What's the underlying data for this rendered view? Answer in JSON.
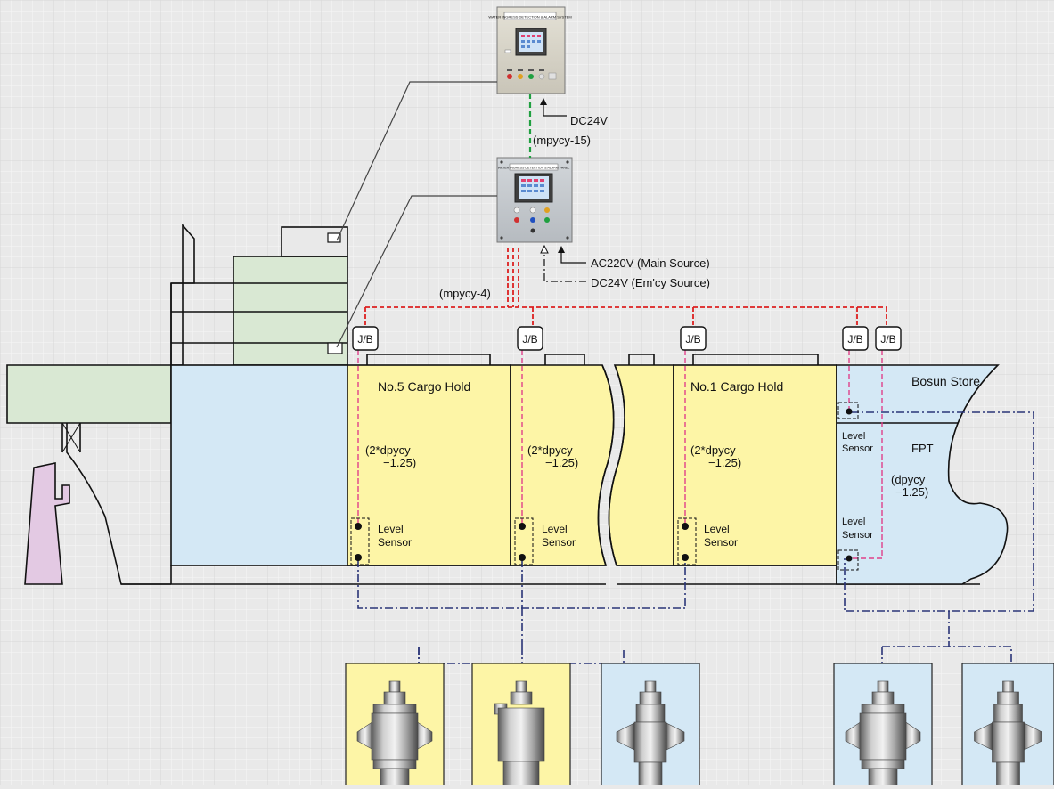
{
  "colors": {
    "background": "#e9e9e9",
    "grid_minor": "#f6f6f6",
    "grid_major": "#d8d8d8",
    "hold": "#fdf5a6",
    "engine_room": "#d4e8f5",
    "accommodation": "#d9e8d3",
    "rudder": "#e3c9e3",
    "panel": "#d7d3c6",
    "main_cable": "#dd2020",
    "sensor_cable": "#e0408a",
    "network": "#2a3578",
    "display_cable": "#20a040"
  },
  "labels": {
    "panel_dc24v": "DC24V",
    "cable_mpycy15": "(mpycy-15)",
    "panel_screen_text": "WATER INGRESS DETECTION & ALARM SYSTEM",
    "main_unit_screen_text": "WATER INGRESS DETECTION & ALARM PANEL",
    "ac220v": "AC220V (Main Source)",
    "dc24v_emcy": "DC24V  (Em'cy Source)",
    "cable_mpycy4": "(mpycy-4)",
    "jb": "J/B",
    "no5_hold": "No.5 Cargo Hold",
    "no1_hold": "No.1 Cargo Hold",
    "bosun_store": "Bosun Store",
    "fpt": "FPT",
    "cable_2dpycy_line1": "(2*dpycy",
    "cable_2dpycy_line2": "−1.25)",
    "cable_dpycy_line1": "(dpycy",
    "cable_dpycy_line2": "−1.25)",
    "level": "Level",
    "sensor": "Sensor"
  },
  "icons": {
    "junction_box": "junction-box-icon",
    "sensor_point": "sensor-point-icon",
    "sensor_photo": "level-sensor-photo",
    "control_panel": "control-panel-icon",
    "display_panel": "display-panel-icon"
  },
  "photos": [
    {
      "style": "flanged",
      "bg": "yellow"
    },
    {
      "style": "explosion-proof",
      "bg": "yellow"
    },
    {
      "style": "slim",
      "bg": "blue"
    },
    {
      "style": "flanged",
      "bg": "blue"
    },
    {
      "style": "slim",
      "bg": "blue"
    }
  ]
}
